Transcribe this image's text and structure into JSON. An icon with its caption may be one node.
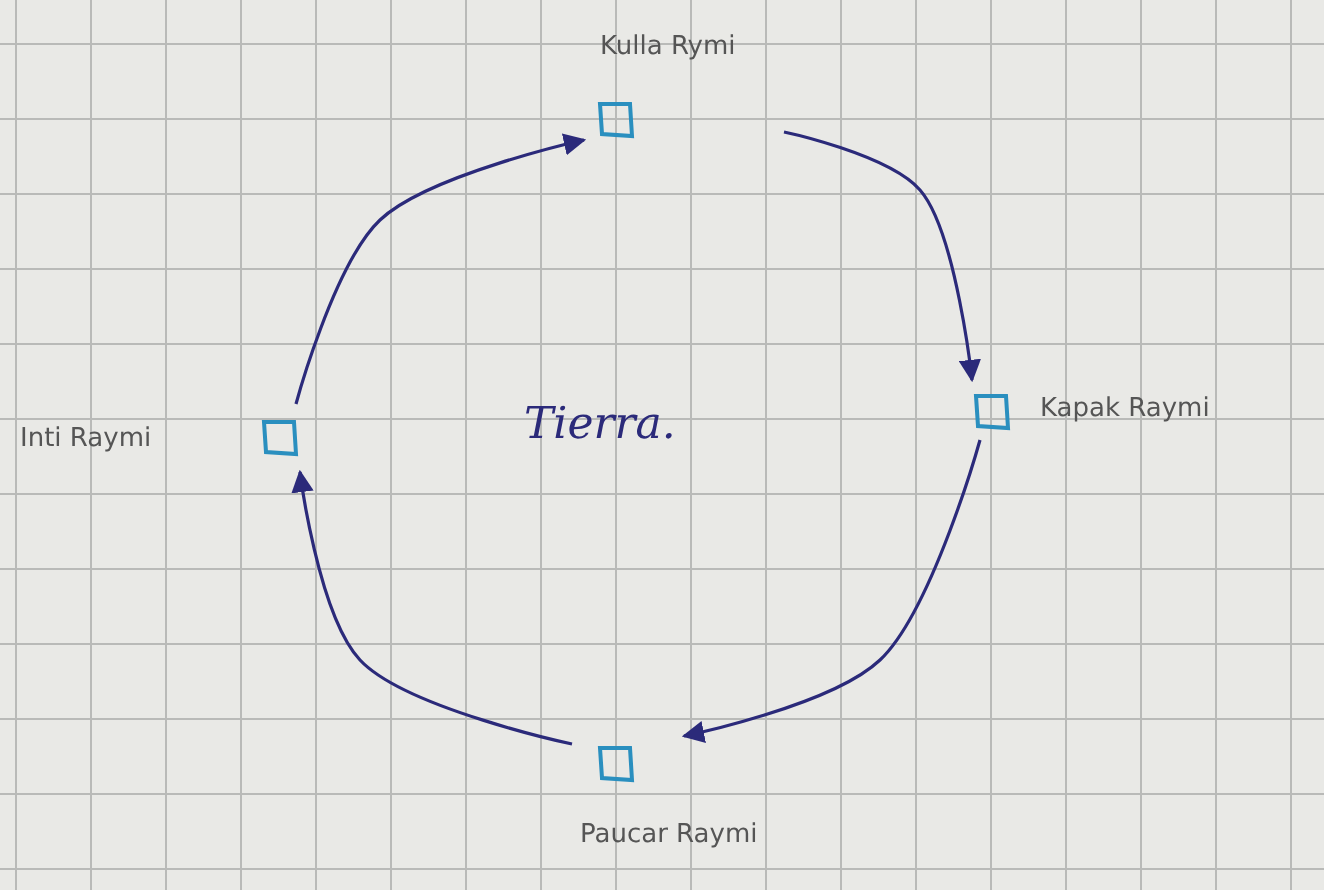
{
  "diagram": {
    "nodes": [
      {
        "text": [
          "Kulla Rymi"
        ]
      },
      {
        "text": [
          "Kapak Raymi"
        ]
      },
      {
        "text": [
          "Paucar Raymi"
        ]
      },
      {
        "text": [
          "Inti Raymi"
        ]
      }
    ],
    "edges": [
      {
        "from": 0,
        "to": 1,
        "arrow": "to"
      },
      {
        "from": 1,
        "to": 2,
        "arrow": "to"
      },
      {
        "from": 2,
        "to": 3,
        "arrow": "to"
      },
      {
        "from": 3,
        "to": 0,
        "arrow": "to"
      }
    ],
    "labels": [
      "Tierra."
    ]
  }
}
